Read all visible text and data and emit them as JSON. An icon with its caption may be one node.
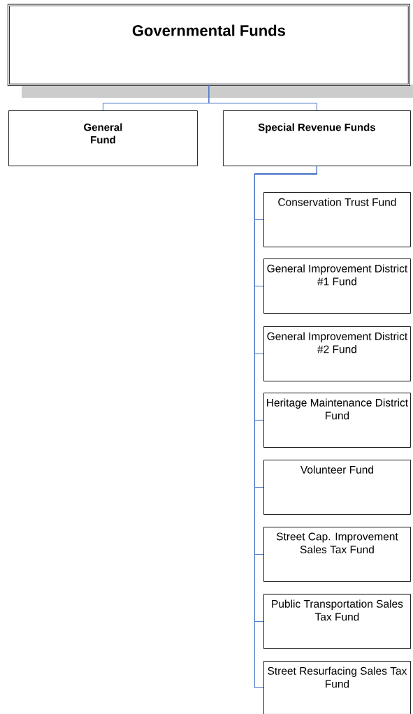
{
  "diagram": {
    "nodes": [
      {
        "text": [
          "Governmental Funds"
        ]
      },
      {
        "text": [
          "General Fund"
        ]
      },
      {
        "text": [
          "Special Revenue Funds"
        ]
      },
      {
        "text": [
          "Conservation Trust Fund"
        ]
      },
      {
        "text": [
          "General Improvement District #1 Fund"
        ]
      },
      {
        "text": [
          "General Improvement District #2 Fund"
        ]
      },
      {
        "text": [
          "Heritage Maintenance District Fund"
        ]
      },
      {
        "text": [
          "Volunteer Fund"
        ]
      },
      {
        "text": [
          "Street Cap. Improvement Sales Tax Fund"
        ]
      },
      {
        "text": [
          "Public Transportation Sales Tax Fund"
        ]
      },
      {
        "text": [
          "Street Resurfacing Sales Tax Fund"
        ]
      }
    ],
    "edges": [
      {
        "from": 0,
        "to": 1,
        "arrow": "none"
      },
      {
        "from": 0,
        "to": 2,
        "arrow": "none"
      },
      {
        "from": 2,
        "to": 3,
        "arrow": "none"
      },
      {
        "from": 2,
        "to": 4,
        "arrow": "none"
      },
      {
        "from": 2,
        "to": 5,
        "arrow": "none"
      },
      {
        "from": 2,
        "to": 6,
        "arrow": "none"
      },
      {
        "from": 2,
        "to": 7,
        "arrow": "none"
      },
      {
        "from": 2,
        "to": 8,
        "arrow": "none"
      },
      {
        "from": 2,
        "to": 9,
        "arrow": "none"
      },
      {
        "from": 2,
        "to": 10,
        "arrow": "none"
      }
    ]
  }
}
